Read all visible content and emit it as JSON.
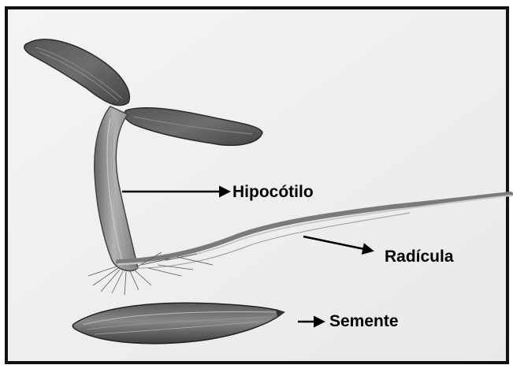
{
  "labels": {
    "hypocotyl": "Hipocótilo",
    "radicle": "Radícula",
    "seed": "Semente"
  },
  "colors": {
    "paper": "#f2f2f2",
    "frame": "#111111",
    "drawing_dark": "#3a3a3a",
    "drawing_mid": "#7a7a7a",
    "drawing_light": "#b8b8b8"
  }
}
